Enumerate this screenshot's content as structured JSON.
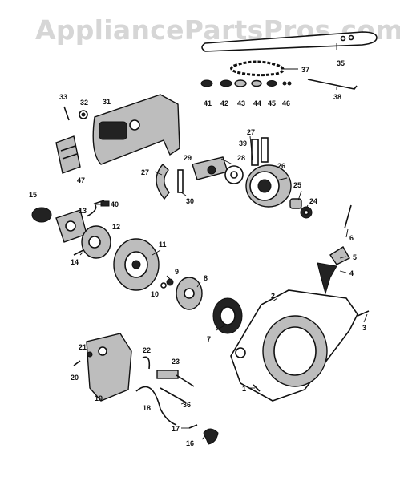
{
  "watermark": "AppliancePartsPros.com",
  "callouts": [
    {
      "id": "c1",
      "label": "1"
    },
    {
      "id": "c2",
      "label": "2"
    },
    {
      "id": "c3",
      "label": "3"
    },
    {
      "id": "c4",
      "label": "4"
    },
    {
      "id": "c5",
      "label": "5"
    },
    {
      "id": "c6",
      "label": "6"
    },
    {
      "id": "c7",
      "label": "7"
    },
    {
      "id": "c8",
      "label": "8"
    },
    {
      "id": "c9",
      "label": "9"
    },
    {
      "id": "c10",
      "label": "10"
    },
    {
      "id": "c11",
      "label": "11"
    },
    {
      "id": "c12",
      "label": "12"
    },
    {
      "id": "c13",
      "label": "13"
    },
    {
      "id": "c14",
      "label": "14"
    },
    {
      "id": "c15",
      "label": "15"
    },
    {
      "id": "c16",
      "label": "16"
    },
    {
      "id": "c17",
      "label": "17"
    },
    {
      "id": "c18",
      "label": "18"
    },
    {
      "id": "c19",
      "label": "19"
    },
    {
      "id": "c20",
      "label": "20"
    },
    {
      "id": "c21",
      "label": "21"
    },
    {
      "id": "c22",
      "label": "22"
    },
    {
      "id": "c23",
      "label": "23"
    },
    {
      "id": "c24",
      "label": "24"
    },
    {
      "id": "c25",
      "label": "25"
    },
    {
      "id": "c26",
      "label": "26"
    },
    {
      "id": "c27a",
      "label": "27"
    },
    {
      "id": "c27b",
      "label": "27"
    },
    {
      "id": "c28",
      "label": "28"
    },
    {
      "id": "c29",
      "label": "29"
    },
    {
      "id": "c30",
      "label": "30"
    },
    {
      "id": "c31",
      "label": "31"
    },
    {
      "id": "c32",
      "label": "32"
    },
    {
      "id": "c33",
      "label": "33"
    },
    {
      "id": "c35",
      "label": "35"
    },
    {
      "id": "c36",
      "label": "36"
    },
    {
      "id": "c37",
      "label": "37"
    },
    {
      "id": "c38",
      "label": "38"
    },
    {
      "id": "c39",
      "label": "39"
    },
    {
      "id": "c40",
      "label": "40"
    },
    {
      "id": "c41",
      "label": "41"
    },
    {
      "id": "c42",
      "label": "42"
    },
    {
      "id": "c43",
      "label": "43"
    },
    {
      "id": "c44",
      "label": "44"
    },
    {
      "id": "c45",
      "label": "45"
    },
    {
      "id": "c46",
      "label": "46"
    },
    {
      "id": "c47",
      "label": "47"
    }
  ]
}
